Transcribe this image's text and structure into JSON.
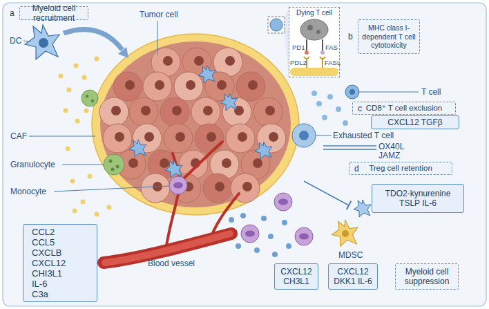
{
  "diagram": {
    "nodes": [
      {
        "text": [
          "a",
          "Myeloid cell recruitment"
        ]
      },
      {
        "text": [
          "Dying T cell"
        ]
      },
      {
        "text": [
          "b",
          "MHC class I-dependent T cell cytotoxicity"
        ]
      },
      {
        "text": [
          "c",
          "CD8⁺ T cell exclusion"
        ]
      },
      {
        "text": [
          "CXCL12 TGFβ"
        ]
      },
      {
        "text": [
          "d",
          "Treg cell retention"
        ]
      },
      {
        "text": [
          "TDO2-kynurenine TSLP IL-6"
        ]
      },
      {
        "text": [
          "CCL2 CCL5 CXCLB CXCL12 CHI3L1 IL-6 C3a"
        ]
      },
      {
        "text": [
          "CXCL12 CH3L1"
        ]
      },
      {
        "text": [
          "CXCL12 DKK1 IL-6"
        ]
      },
      {
        "text": [
          "Myeloid cell suppression"
        ]
      }
    ],
    "labels": [
      "DC",
      "Tumor cell",
      "CAF",
      "Granulocyte",
      "Monocyte",
      "Blood vessel",
      "PD1",
      "FAS",
      "PDL2",
      "FASL",
      "T cell",
      "Exhausted T cell",
      "OX40L",
      "JAMZ",
      "MDSC"
    ]
  }
}
